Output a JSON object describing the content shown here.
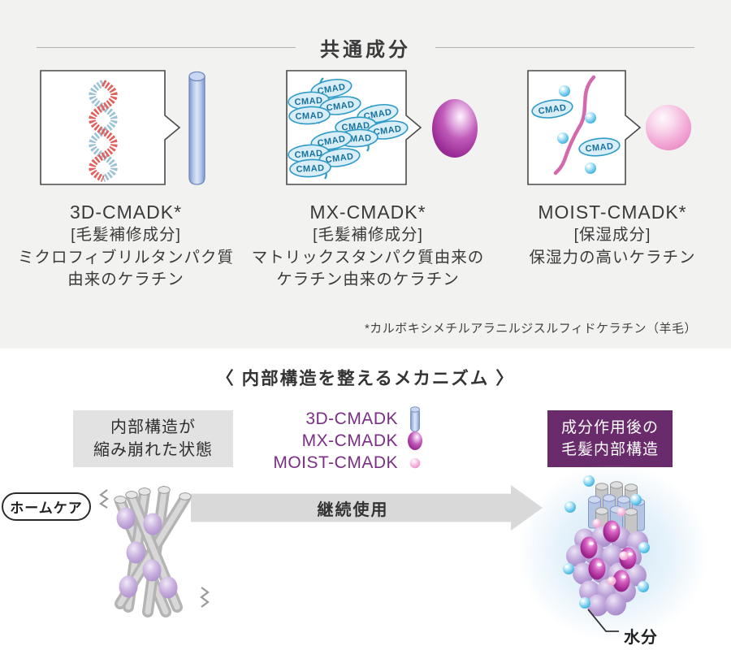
{
  "colors": {
    "section_bg": "#f2f2f1",
    "accent_purple": "#7b2e86",
    "after_box_bg": "#692b6b",
    "tag_blue": "#2f9bc8",
    "strand_pink": "#d46aae",
    "arrow_gray": "#d9d9d9"
  },
  "common_section": {
    "title": "共通成分",
    "tag_label": "CMAD",
    "ingredients": [
      {
        "name": "3D-CMADK*",
        "category": "[毛髪補修成分]",
        "desc": [
          "ミクロフィブリルタンパク質",
          "由来のケラチン"
        ]
      },
      {
        "name": "MX-CMADK*",
        "category": "[毛髪補修成分]",
        "desc": [
          "マトリックスタンパク質由来の",
          "ケラチン由来のケラチン"
        ]
      },
      {
        "name": "MOIST-CMADK*",
        "category": "[保湿成分]",
        "desc": [
          "保湿力の高いケラチン"
        ]
      }
    ],
    "footnote": "*カルボキシメチルアラニルジスルフィドケラチン（羊毛）"
  },
  "mechanism_section": {
    "title": "〈 内部構造を整えるメカニズム 〉",
    "before_box": {
      "line1": "内部構造が",
      "line2": "縮み崩れた状態"
    },
    "after_box": {
      "line1": "成分作用後の",
      "line2": "毛髪内部構造"
    },
    "legend": [
      {
        "label": "3D-CMADK",
        "icon": "cylinder-icon"
      },
      {
        "label": "MX-CMADK",
        "icon": "purple-sphere-icon"
      },
      {
        "label": "MOIST-CMADK",
        "icon": "pink-sphere-icon"
      }
    ],
    "home_care_label": "ホームケア",
    "arrow_label": "継続使用",
    "moisture_label": "水分"
  }
}
